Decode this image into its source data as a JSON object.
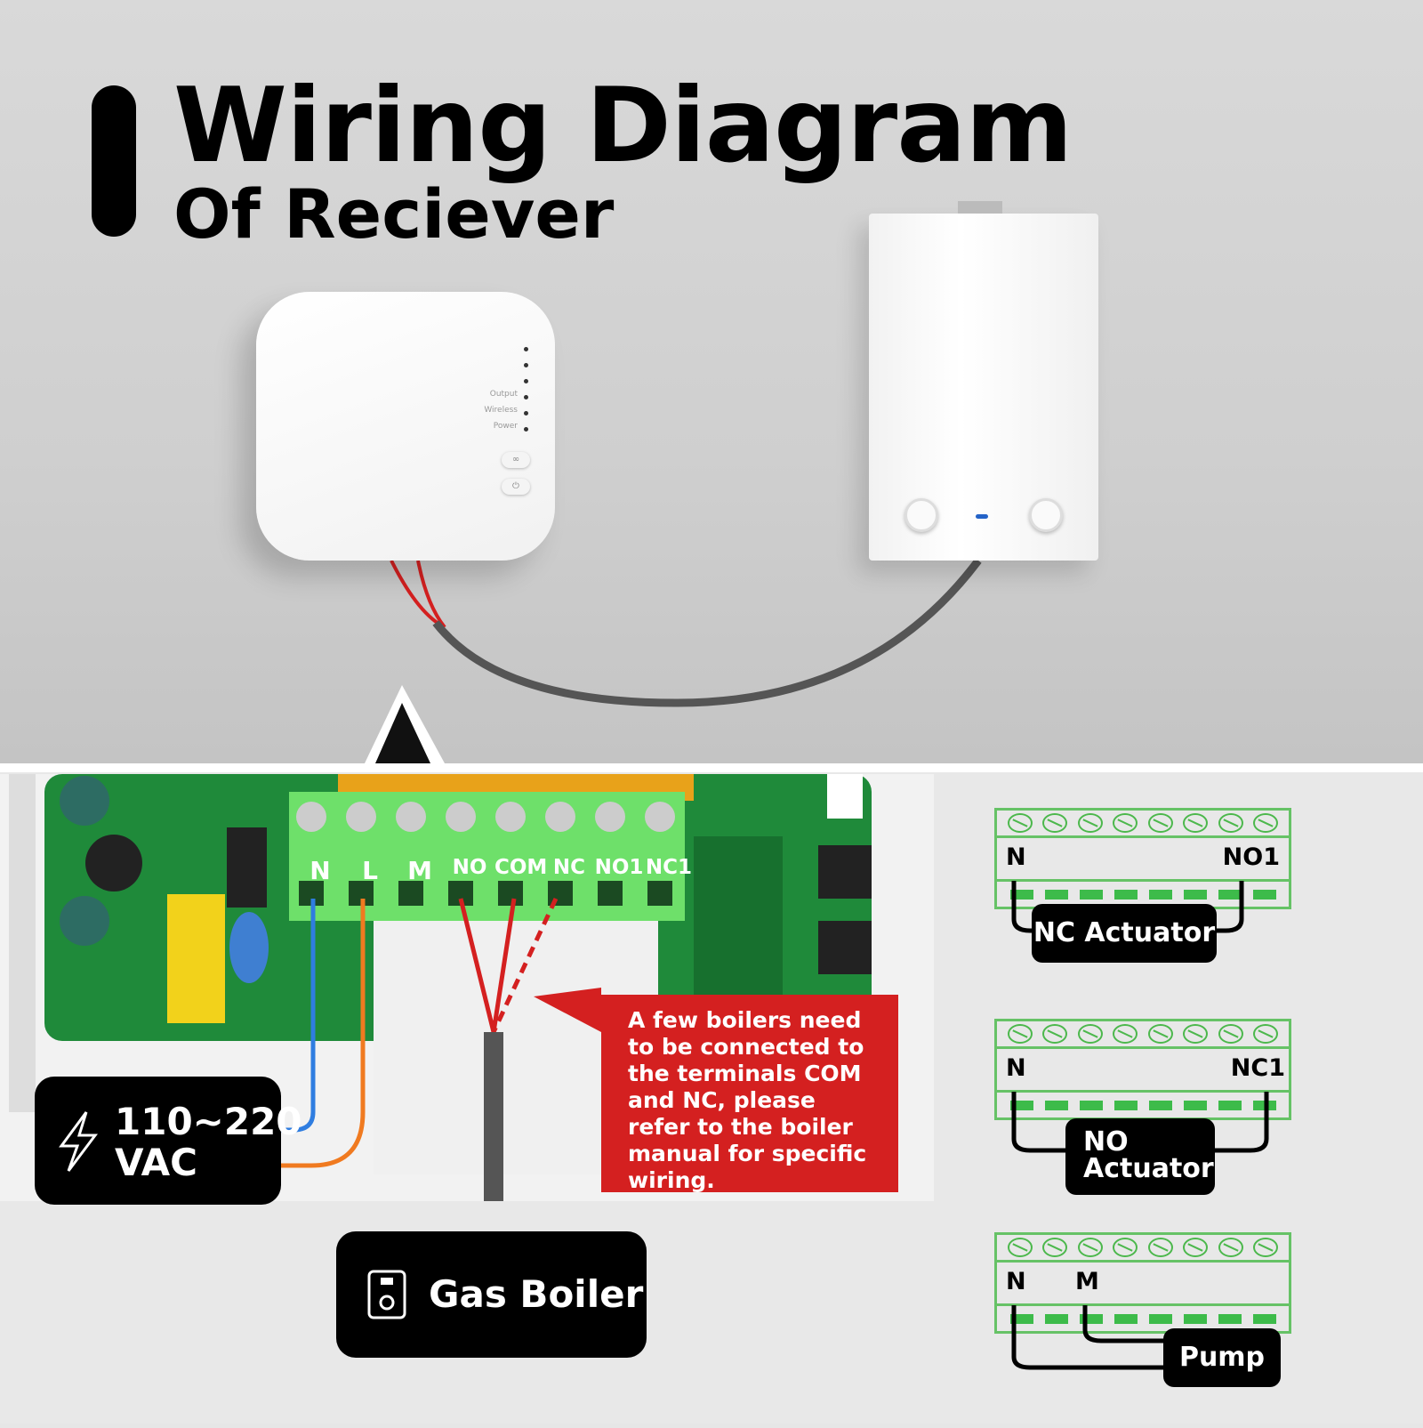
{
  "header": {
    "title": "Wiring Diagram",
    "subtitle": "Of Reciever"
  },
  "receiver": {
    "indicators": [
      "Output",
      "Wireless",
      "Power"
    ],
    "buttons": [
      "link-icon",
      "power-icon"
    ]
  },
  "pcb": {
    "terminals": [
      "N",
      "L",
      "M",
      "NO",
      "COM",
      "NC",
      "NO1",
      "NC1"
    ],
    "wire_colors": {
      "N": "#2f7de0",
      "L": "#f07a20",
      "signal": "#d42020",
      "cable": "#555555"
    },
    "board_color": "#1f8a3a",
    "terminal_color": "#6ee06a"
  },
  "power_label": {
    "icon": "lightning-icon",
    "text_line1": "110~220",
    "text_line2": "VAC"
  },
  "boiler_label": {
    "icon": "boiler-icon",
    "text": "Gas Boiler"
  },
  "note": {
    "text": "A few boilers need to be connected to the terminals COM and NC, please refer to the boiler manual for specific wiring.",
    "color": "#d42020"
  },
  "examples": [
    {
      "left": "N",
      "right": "NO1",
      "device": "NC Actuator"
    },
    {
      "left": "N",
      "right": "NC1",
      "device": "NO Actuator"
    },
    {
      "left": "N",
      "right": "M",
      "device": "Pump"
    }
  ],
  "colors": {
    "accent_green": "#3dbb4a",
    "label_black": "#000000"
  }
}
